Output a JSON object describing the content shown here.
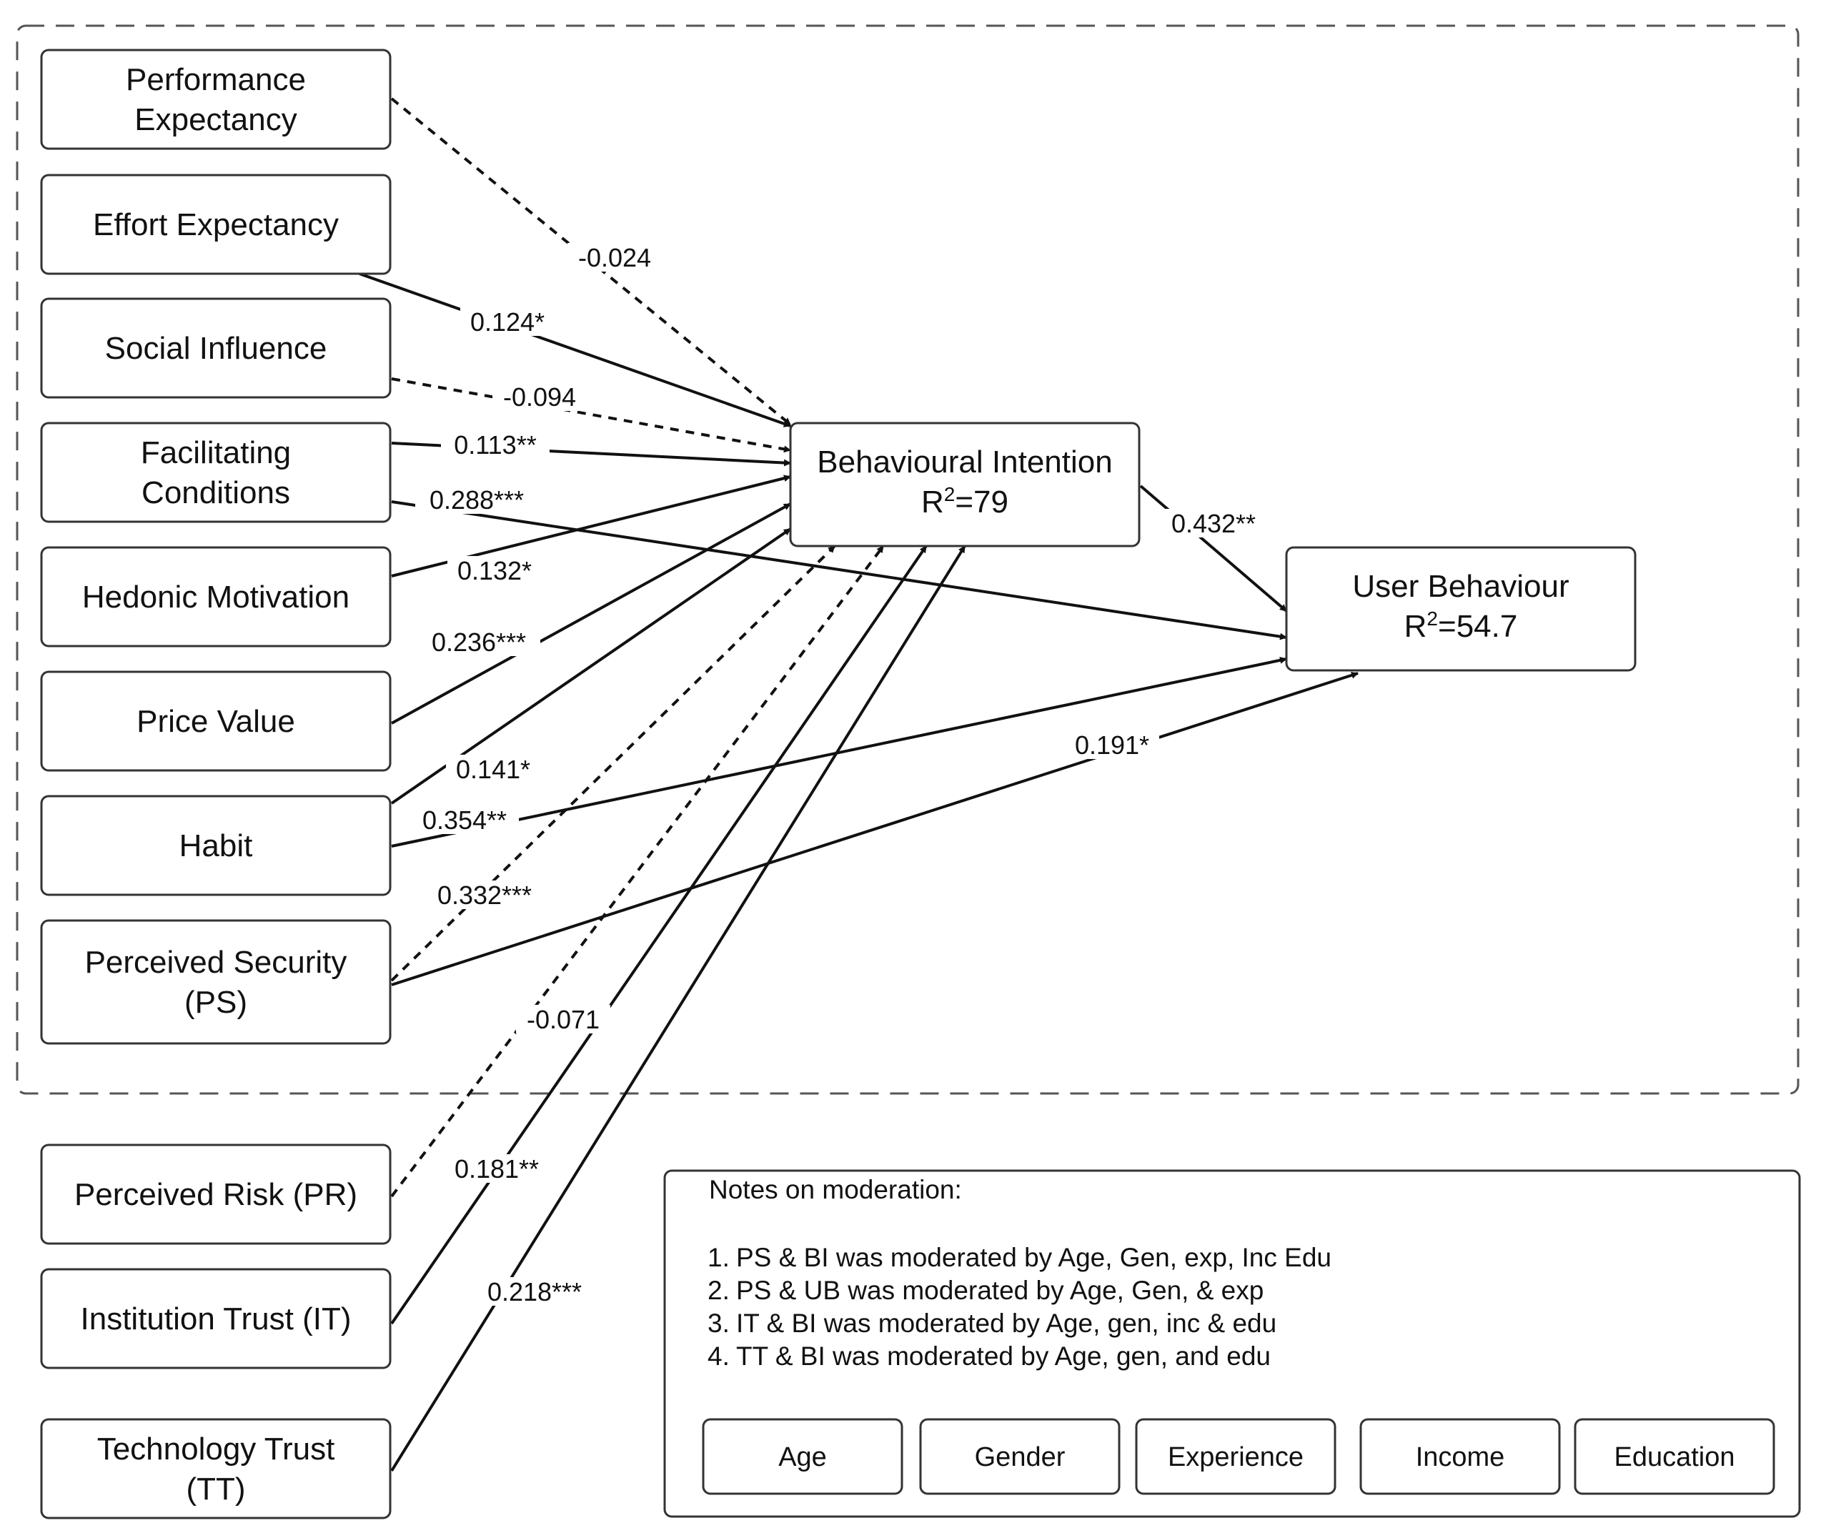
{
  "constructs": {
    "pe": [
      "Performance",
      "Expectancy"
    ],
    "ee": [
      "Effort Expectancy"
    ],
    "si": [
      "Social Influence"
    ],
    "fc": [
      "Facilitating",
      "Conditions"
    ],
    "hm": [
      "Hedonic Motivation"
    ],
    "pv": [
      "Price Value"
    ],
    "hb": [
      "Habit"
    ],
    "ps": [
      "Perceived Security",
      "(PS)"
    ],
    "pr": [
      "Perceived Risk (PR)"
    ],
    "it": [
      "Institution Trust (IT)"
    ],
    "tt": [
      "Technology Trust",
      "(TT)"
    ]
  },
  "outcomes": {
    "bi": {
      "name": "Behavioural Intention",
      "r2_prefix": "R",
      "r2_sup": "2",
      "r2_value": "=79"
    },
    "ub": {
      "name": "User Behaviour",
      "r2_prefix": "R",
      "r2_sup": "2",
      "r2_value": "=54.7"
    }
  },
  "paths": [
    {
      "from": "pe",
      "to": "bi",
      "coef": "-0.024",
      "significant": false
    },
    {
      "from": "ee",
      "to": "bi",
      "coef": "0.124*",
      "significant": true
    },
    {
      "from": "si",
      "to": "bi",
      "coef": "-0.094",
      "significant": false
    },
    {
      "from": "fc",
      "to": "bi",
      "coef": "0.113**",
      "significant": true
    },
    {
      "from": "fc",
      "to": "ub",
      "coef": "0.288***",
      "significant": true
    },
    {
      "from": "hm",
      "to": "bi",
      "coef": "0.132*",
      "significant": true
    },
    {
      "from": "pv",
      "to": "bi",
      "coef": "0.236***",
      "significant": true
    },
    {
      "from": "hb",
      "to": "bi",
      "coef": "0.141*",
      "significant": true
    },
    {
      "from": "hb",
      "to": "ub",
      "coef": "0.354**",
      "significant": true
    },
    {
      "from": "ps",
      "to": "bi",
      "coef": "0.332***",
      "significant": false
    },
    {
      "from": "ps",
      "to": "ub",
      "coef": "0.191*",
      "significant": true
    },
    {
      "from": "pr",
      "to": "bi",
      "coef": "-0.071",
      "significant": false
    },
    {
      "from": "it",
      "to": "bi",
      "coef": "0.181**",
      "significant": true
    },
    {
      "from": "tt",
      "to": "bi",
      "coef": "0.218***",
      "significant": true
    },
    {
      "from": "bi",
      "to": "ub",
      "coef": "0.432**",
      "significant": true
    }
  ],
  "notes": {
    "title": "Notes on moderation:",
    "items": [
      "PS & BI was moderated by Age, Gen, exp, Inc Edu",
      "PS & UB was moderated by Age, Gen, & exp",
      "IT & BI was moderated by Age, gen, inc & edu",
      "TT & BI was moderated by Age, gen, and edu"
    ],
    "numbers": [
      "1.",
      "2.",
      "3.",
      "4."
    ]
  },
  "moderators": [
    "Age",
    "Gender",
    "Experience",
    "Income",
    "Education"
  ]
}
